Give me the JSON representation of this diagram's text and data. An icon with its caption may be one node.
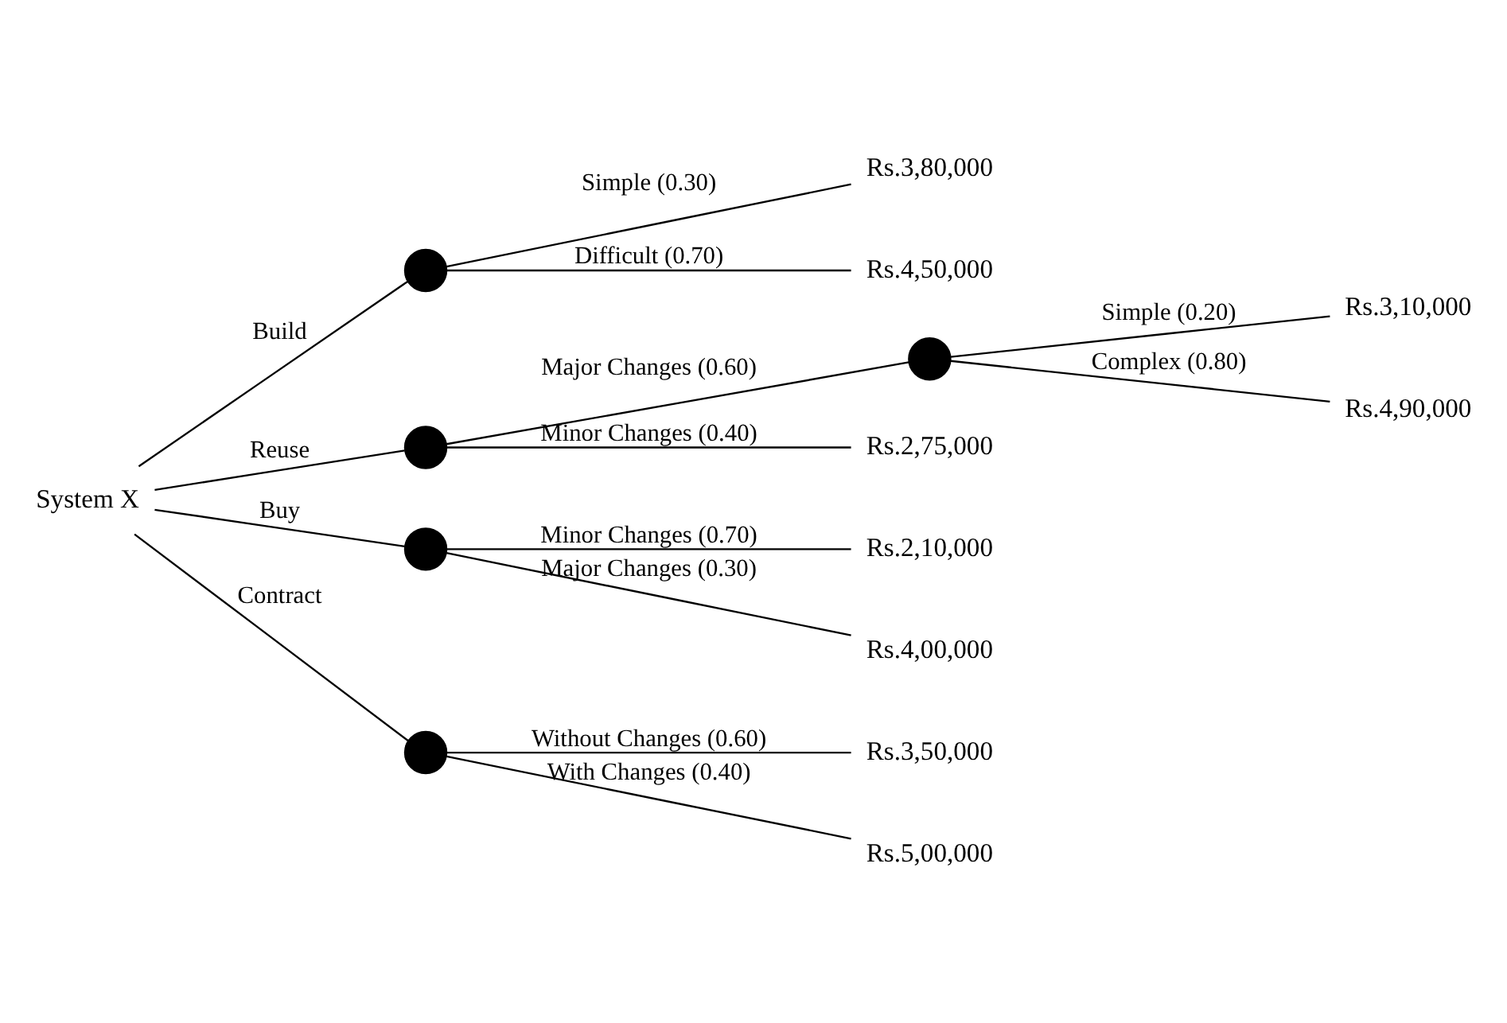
{
  "diagram": {
    "nodes": [
      {
        "text": [
          "System X"
        ]
      },
      {
        "text": [],
        "shape": "circle"
      },
      {
        "text": [],
        "shape": "circle"
      },
      {
        "text": [],
        "shape": "circle"
      },
      {
        "text": [],
        "shape": "circle"
      },
      {
        "text": [],
        "shape": "circle"
      },
      {
        "text": [
          "Rs.3,80,000"
        ]
      },
      {
        "text": [
          "Rs.4,50,000"
        ]
      },
      {
        "text": [
          "Rs.2,75,000"
        ]
      },
      {
        "text": [
          "Rs.3,10,000"
        ]
      },
      {
        "text": [
          "Rs.4,90,000"
        ]
      },
      {
        "text": [
          "Rs.2,10,000"
        ]
      },
      {
        "text": [
          "Rs.4,00,000"
        ]
      },
      {
        "text": [
          "Rs.3,50,000"
        ]
      },
      {
        "text": [
          "Rs.5,00,000"
        ]
      }
    ],
    "edges": [
      {
        "from": 0,
        "to": 1,
        "arrow": "none",
        "label": "Build"
      },
      {
        "from": 0,
        "to": 2,
        "arrow": "none",
        "label": "Reuse"
      },
      {
        "from": 0,
        "to": 4,
        "arrow": "none",
        "label": "Buy"
      },
      {
        "from": 0,
        "to": 5,
        "arrow": "none",
        "label": "Contract"
      },
      {
        "from": 1,
        "to": 6,
        "arrow": "none",
        "label": "Simple (0.30)"
      },
      {
        "from": 1,
        "to": 7,
        "arrow": "none",
        "label": "Difficult (0.70)"
      },
      {
        "from": 2,
        "to": 8,
        "arrow": "none",
        "label": "Minor Changes (0.40)"
      },
      {
        "from": 2,
        "to": 3,
        "arrow": "none",
        "label": "Major Changes (0.60)"
      },
      {
        "from": 3,
        "to": 9,
        "arrow": "none",
        "label": "Simple (0.20)"
      },
      {
        "from": 3,
        "to": 10,
        "arrow": "none",
        "label": "Complex (0.80)"
      },
      {
        "from": 4,
        "to": 11,
        "arrow": "none",
        "label": "Minor Changes (0.70)"
      },
      {
        "from": 4,
        "to": 12,
        "arrow": "none",
        "label": "Major Changes (0.30)"
      },
      {
        "from": 5,
        "to": 13,
        "arrow": "none",
        "label": "Without Changes (0.60)"
      },
      {
        "from": 5,
        "to": 14,
        "arrow": "none",
        "label": "With Changes (0.40)"
      }
    ]
  }
}
